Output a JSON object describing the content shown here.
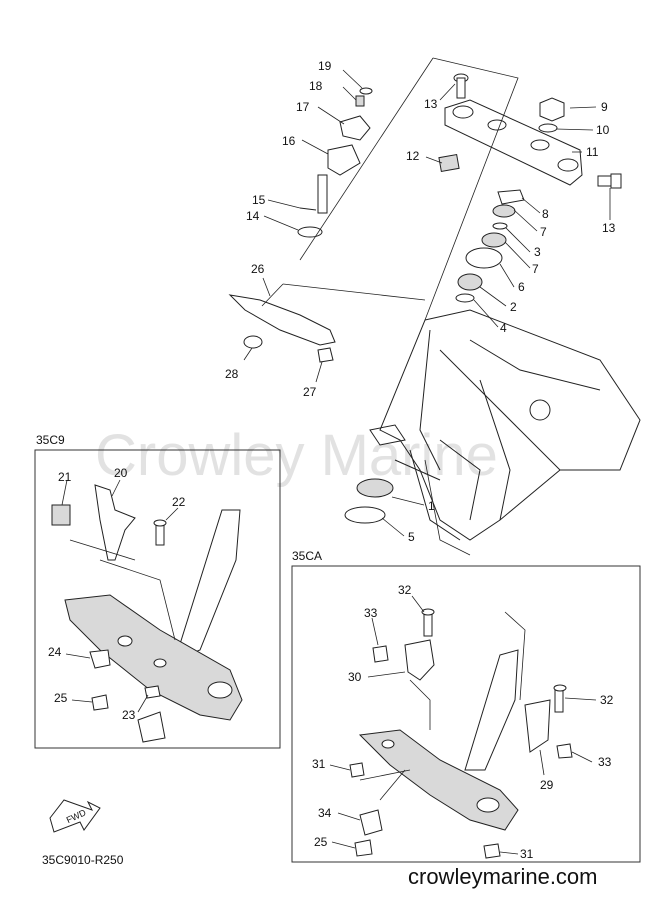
{
  "watermark": "Crowley Marine",
  "footer_site": "crowleymarine.com",
  "diagram_code": "35C9010-R250",
  "fwd_label": "FWD",
  "boxes": {
    "left": "35C9",
    "right": "35CA"
  },
  "callouts": {
    "c1": "1",
    "c2": "2",
    "c3": "3",
    "c4": "4",
    "c5": "5",
    "c6": "6",
    "c7a": "7",
    "c7b": "7",
    "c8": "8",
    "c9": "9",
    "c10": "10",
    "c11": "11",
    "c12": "12",
    "c13a": "13",
    "c13b": "13",
    "c14": "14",
    "c15": "15",
    "c16": "16",
    "c17": "17",
    "c18": "18",
    "c19": "19",
    "c20": "20",
    "c21": "21",
    "c22": "22",
    "c23": "23",
    "c24": "24",
    "c25a": "25",
    "c25b": "25",
    "c26": "26",
    "c27": "27",
    "c28": "28",
    "c29": "29",
    "c30": "30",
    "c31a": "31",
    "c31b": "31",
    "c32a": "32",
    "c32b": "32",
    "c33a": "33",
    "c33b": "33",
    "c34": "34"
  }
}
